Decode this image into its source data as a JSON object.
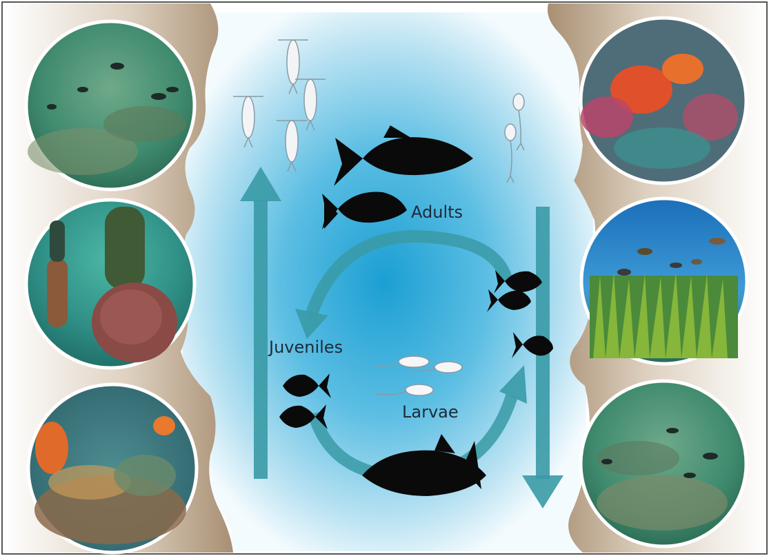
{
  "diagram": {
    "labels": {
      "adults": "Adults",
      "juveniles": "Juveniles",
      "larvae": "Larvae"
    },
    "colors": {
      "frame": "#555555",
      "rock": "#b49d82",
      "water_deep": "#2aa6d4",
      "water_light": "#e9f6fb",
      "arrow": "#3a9aa6",
      "fish": "#0a0a0a"
    },
    "photos": {
      "left": [
        "reef-fish-rocky-bottom",
        "sponges-and-boulder",
        "orange-sponges-reef"
      ],
      "right": [
        "red-coral-wall",
        "fish-over-seagrass",
        "fish-over-rocky-bottom"
      ]
    }
  }
}
